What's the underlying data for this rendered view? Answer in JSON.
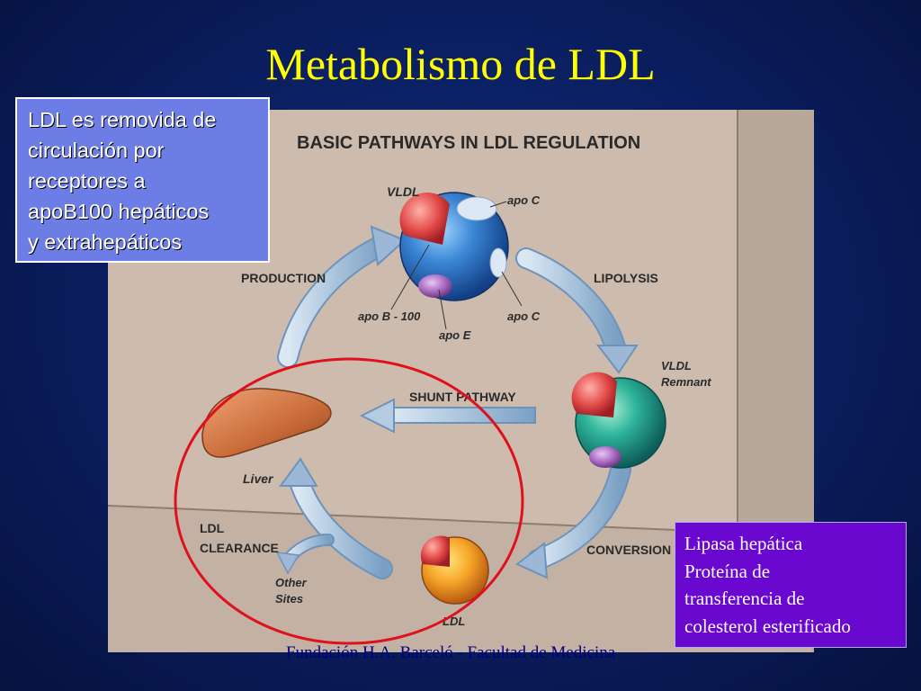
{
  "slide": {
    "title": "Metabolismo de LDL",
    "footer": "Fundación H.A. Barceló - Facultad de Medicina"
  },
  "callout_left": {
    "lines": [
      "LDL es removida de",
      "circulación por",
      "receptores a",
      "apoB100 hepáticos",
      "y extrahepáticos"
    ]
  },
  "callout_right": {
    "lines": [
      "Lipasa hepática",
      "Proteína de",
      "transferencia de",
      "colesterol esterificado"
    ]
  },
  "diagram": {
    "heading": "BASIC PATHWAYS IN LDL REGULATION",
    "labels": {
      "vldl": "VLDL",
      "apo_c_top": "apo C",
      "apo_b100": "apo B - 100",
      "apo_e": "apo E",
      "apo_c_bottom": "apo C",
      "production": "PRODUCTION",
      "lipolysis": "LIPOLYSIS",
      "vldl_remnant_1": "VLDL",
      "vldl_remnant_2": "Remnant",
      "shunt": "SHUNT PATHWAY",
      "liver": "Liver",
      "ldl_clearance_1": "LDL",
      "ldl_clearance_2": "CLEARANCE",
      "other_sites_1": "Other",
      "other_sites_2": "Sites",
      "ldl": "LDL",
      "conversion": "CONVERSION"
    }
  },
  "colors": {
    "background": "#0a1d5e",
    "title": "#ffff00",
    "callout_left_bg": "#6d7de6",
    "callout_right_bg": "#6a08d0",
    "highlight_circle": "#e0101c",
    "panel": "#cdbcae"
  }
}
